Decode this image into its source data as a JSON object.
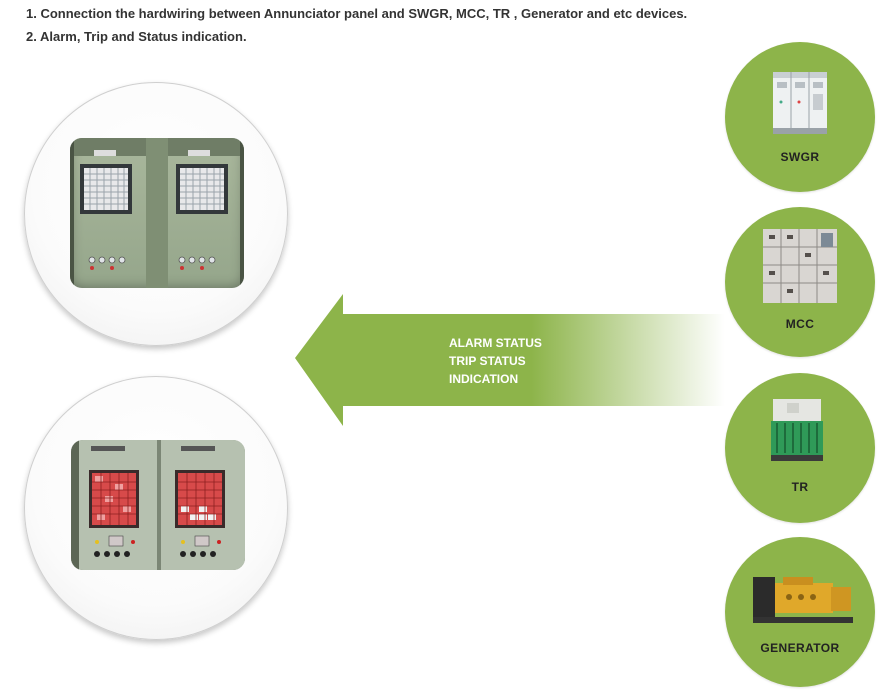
{
  "notes": [
    "1. Connection the hardwiring between Annunciator panel and SWGR, MCC, TR , Generator and etc devices.",
    "2. Alarm, Trip and Status indication."
  ],
  "arrow": {
    "lines": [
      "ALARM STATUS",
      "TRIP STATUS",
      "INDICATION"
    ]
  },
  "devices": [
    {
      "label": "SWGR"
    },
    {
      "label": "MCC"
    },
    {
      "label": "TR"
    },
    {
      "label": "GENERATOR"
    }
  ],
  "colors": {
    "device_circle": "#8db44a",
    "arrow": "#8db44a",
    "text": "#333333"
  }
}
